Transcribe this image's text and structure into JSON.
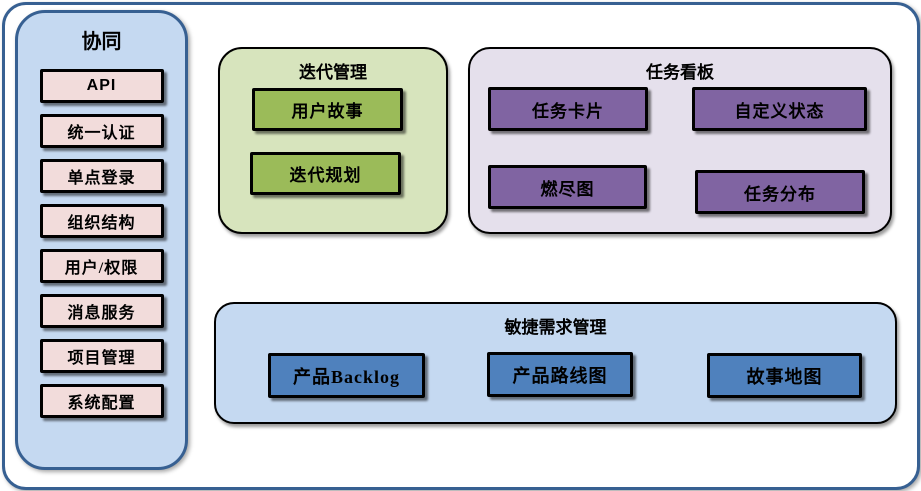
{
  "sidebar": {
    "title": "协同",
    "items": [
      "API",
      "统一认证",
      "单点登录",
      "组织结构",
      "用户/权限",
      "消息服务",
      "项目管理",
      "系统配置"
    ]
  },
  "groups": {
    "iteration": {
      "title": "迭代管理",
      "items": [
        "用户故事",
        "迭代规划"
      ]
    },
    "taskboard": {
      "title": "任务看板",
      "items": [
        "任务卡片",
        "自定义状态",
        "燃尽图",
        "任务分布"
      ]
    },
    "requirements": {
      "title": "敏捷需求管理",
      "items": [
        "产品Backlog",
        "产品路线图",
        "故事地图"
      ]
    }
  },
  "colors": {
    "frame_border": "#376092",
    "sidebar_fill": "#C5D9F1",
    "sidebar_item_fill": "#F2DCDB",
    "iteration_fill": "#D7E4BD",
    "iteration_item_fill": "#9BBB59",
    "taskboard_fill": "#E5E0EC",
    "taskboard_item_fill": "#8064A2",
    "requirements_fill": "#C5D9F1",
    "requirements_item_fill": "#4F81BD",
    "box_border": "#000000",
    "text": "#000000"
  }
}
